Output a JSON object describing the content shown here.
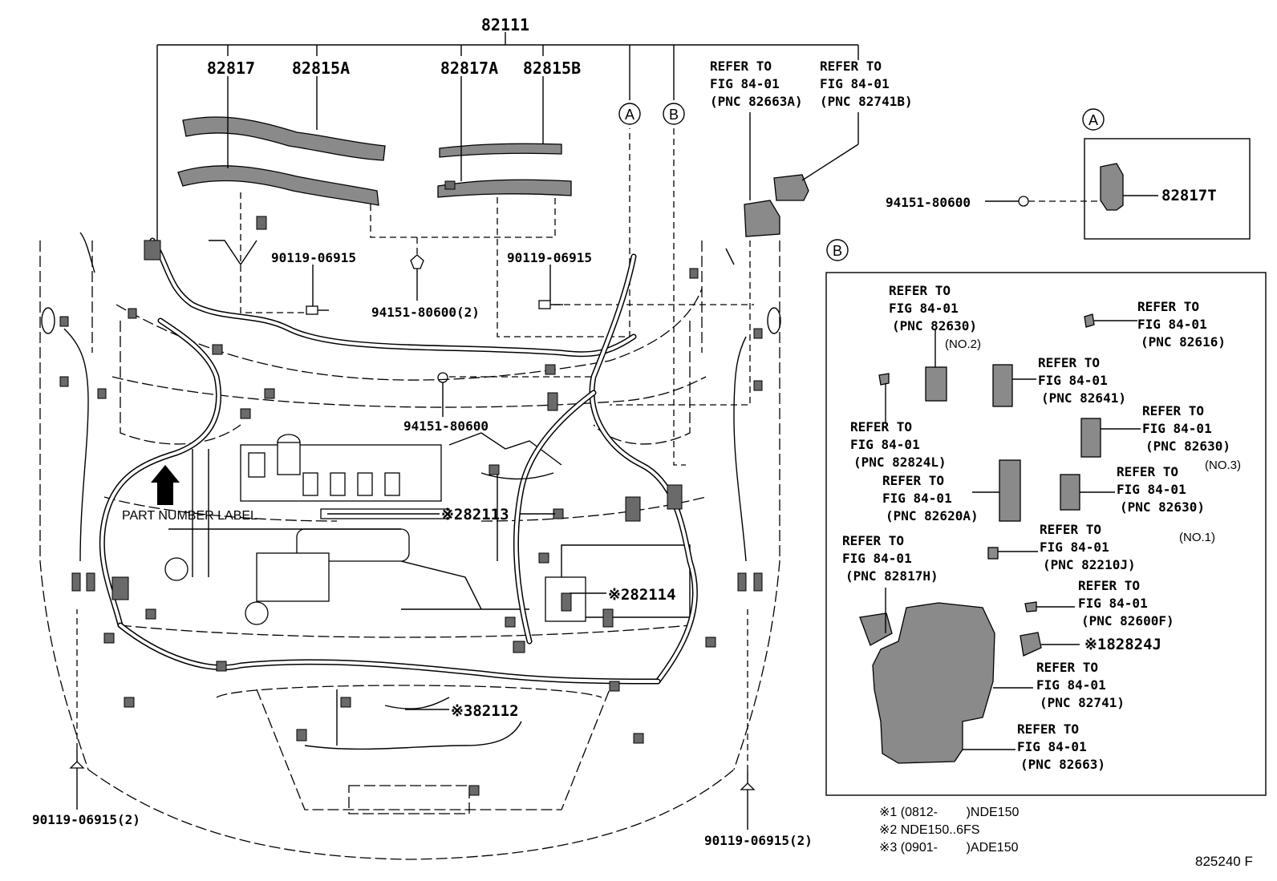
{
  "callouts": {
    "harness_main": "82111",
    "harness_82817": "82817",
    "harness_82815a": "82815A",
    "harness_82817a": "82817A",
    "harness_82815b": "82815B",
    "circle_a": "A",
    "circle_b": "B",
    "refer_82663a": [
      "REFER TO",
      "FIG 84-01",
      "(PNC 82663A)"
    ],
    "refer_82741b": [
      "REFER TO",
      "FIG 84-01",
      "(PNC 82741B)"
    ],
    "bolt_left_top": "90119-06915",
    "bolt_right_top": "90119-06915",
    "clip_top_center": "94151-80600(2)",
    "clip_center": "94151-80600",
    "part_number_label": "PART NUMBER LABEL",
    "harness_82113": "※282113",
    "harness_82114": "※282114",
    "harness_82112": "※382112",
    "bolt_bottom_left": "90119-06915(2)",
    "bolt_bottom_right": "90119-06915(2)"
  },
  "inset_a": {
    "circle": "A",
    "clip": "94151-80600",
    "part": "82817T"
  },
  "inset_b": {
    "circle": "B",
    "refer_82630_no2": [
      "REFER TO",
      "FIG 84-01",
      "(PNC 82630)"
    ],
    "no2": "(NO.2)",
    "refer_82616": [
      "REFER TO",
      "FIG 84-01",
      "(PNC 82616)"
    ],
    "refer_82641": [
      "REFER TO",
      "FIG 84-01",
      "(PNC 82641)"
    ],
    "refer_82824l": [
      "REFER TO",
      "FIG 84-01",
      "(PNC 82824L)"
    ],
    "refer_82630_no3": [
      "REFER TO",
      "FIG 84-01",
      "(PNC 82630)"
    ],
    "no3": "(NO.3)",
    "refer_82620a": [
      "REFER TO",
      "FIG 84-01",
      "(PNC 82620A)"
    ],
    "refer_82630_no1": [
      "REFER TO",
      "FIG 84-01",
      "(PNC 82630)"
    ],
    "no1": "(NO.1)",
    "refer_82210j": [
      "REFER TO",
      "FIG 84-01",
      "(PNC 82210J)"
    ],
    "refer_82817h": [
      "REFER TO",
      "FIG 84-01",
      "(PNC 82817H)"
    ],
    "refer_82600f": [
      "REFER TO",
      "FIG 84-01",
      "(PNC 82600F)"
    ],
    "part_82824j": "※182824J",
    "refer_82741": [
      "REFER TO",
      "FIG 84-01",
      "(PNC 82741)"
    ],
    "refer_82663": [
      "REFER TO",
      "FIG 84-01",
      "(PNC 82663)"
    ]
  },
  "notes": [
    "※1 (0812-        )NDE150",
    "※2 NDE150..6FS",
    "※3 (0901-        )ADE150"
  ],
  "figure_code": "825240 F"
}
